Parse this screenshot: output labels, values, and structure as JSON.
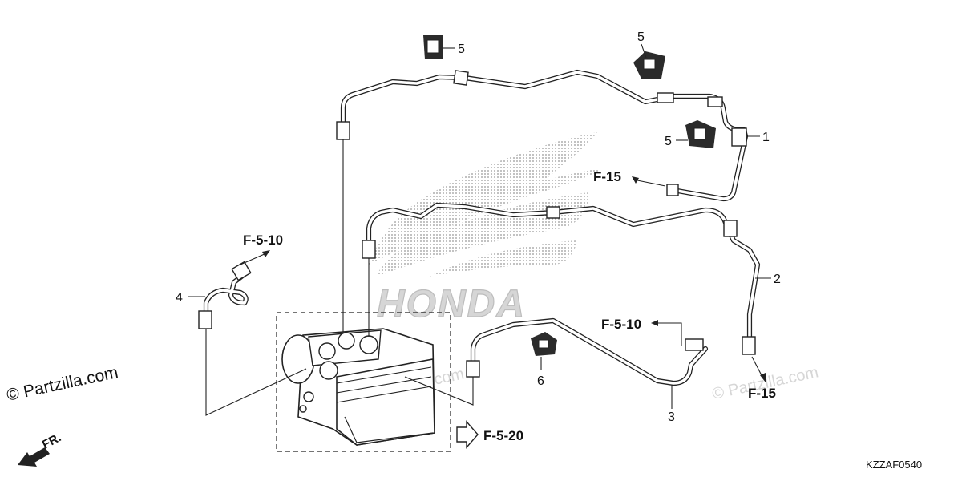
{
  "diagram": {
    "brand_watermark": "HONDA",
    "copyright_left": "© Partzilla.com",
    "copyright_mid": "© Partzilla.com",
    "copyright_right": "© Partzilla.com",
    "diagram_code": "KZZAF0540",
    "front_indicator": "FR.",
    "part_callouts": {
      "p1": "1",
      "p2": "2",
      "p3": "3",
      "p4": "4",
      "p5a": "5",
      "p5b": "5",
      "p5c": "5",
      "p6": "6"
    },
    "page_references": {
      "f15_top": "F-15",
      "f510_left": "F-5-10",
      "f510_right": "F-5-10",
      "f15_bottom": "F-15",
      "f520": "F-5-20"
    }
  }
}
